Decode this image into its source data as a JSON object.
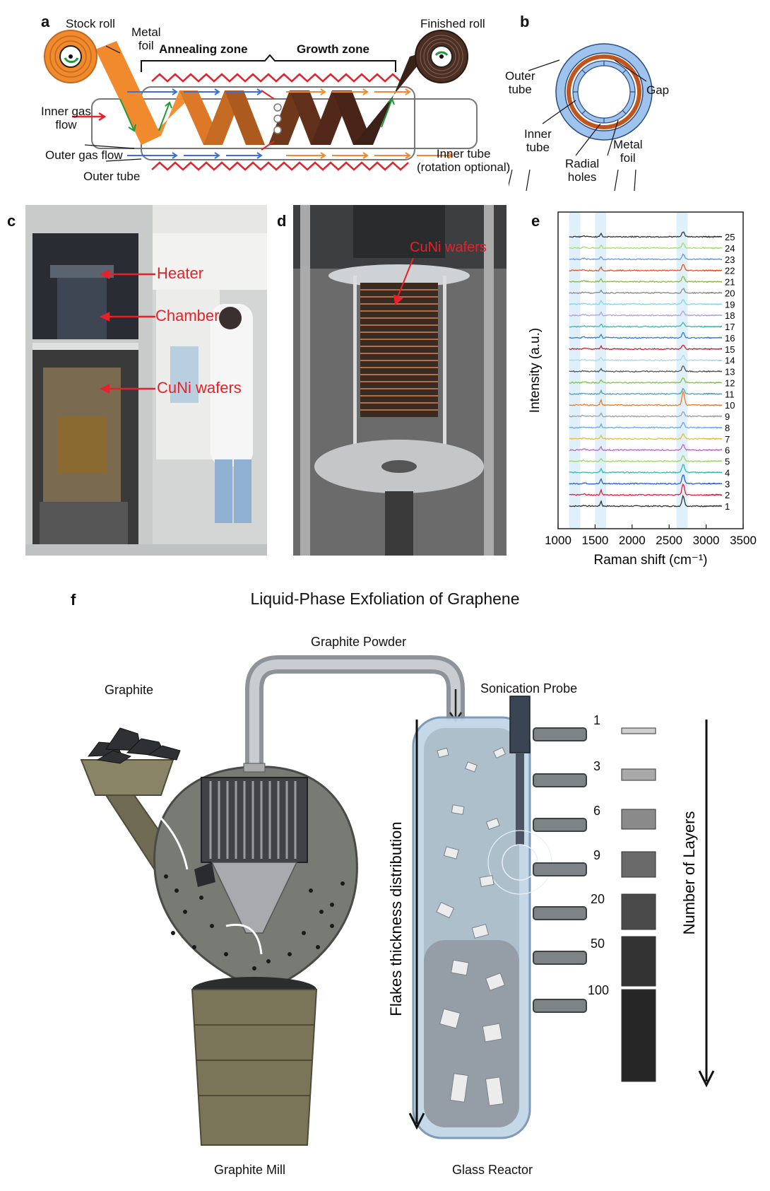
{
  "panels": {
    "a": {
      "label": "a",
      "stock_roll": "Stock roll",
      "metal_foil": "Metal\nfoil",
      "annealing_zone": "Annealing zone",
      "growth_zone": "Growth zone",
      "finished_roll": "Finished roll",
      "inner_gas_flow": "Inner gas\nflow",
      "outer_gas_flow": "Outer gas flow",
      "outer_tube": "Outer tube",
      "inner_tube": "Inner tube\n(rotation optional)",
      "colors": {
        "foil_light": "#f08a2c",
        "foil_dark": "#3a2218",
        "arrow_blue": "#3b6fd8",
        "arrow_orange": "#f08a2c",
        "zigzag_red": "#e8202a",
        "arrow_green": "#1f9a3a"
      }
    },
    "b": {
      "label": "b",
      "outer_tube": "Outer\ntube",
      "gap": "Gap",
      "inner_tube": "Inner\ntube",
      "metal_foil": "Metal\nfoil",
      "radial_holes": "Radial\nholes",
      "colors": {
        "tube_blue": "#9ec3ec",
        "foil": "#c0561e"
      }
    },
    "c": {
      "label": "c",
      "annotations": [
        "Heater",
        "Chamber",
        "CuNi wafers"
      ]
    },
    "d": {
      "label": "d",
      "annotations": [
        "CuNi wafers"
      ]
    },
    "e": {
      "label": "e"
    },
    "f": {
      "label": "f",
      "title": "Liquid-Phase Exfoliation of Graphene",
      "graphite_powder": "Graphite Powder",
      "graphite": "Graphite",
      "sonication_probe": "Sonication Probe",
      "graphite_mill": "Graphite Mill",
      "glass_reactor": "Glass Reactor",
      "flakes_axis": "Flakes thickness distribution",
      "layers_axis": "Number of Layers",
      "outlets": [
        "1",
        "3",
        "6",
        "9",
        "20",
        "50",
        "100"
      ]
    }
  },
  "chart_data": {
    "type": "line",
    "title": "",
    "xlabel": "Raman  shift (cm⁻¹)",
    "ylabel": "Intensity (a.u.)",
    "xlim": [
      1000,
      3500
    ],
    "x_ticks": [
      "1000",
      "1500",
      "2000",
      "2500",
      "3000",
      "3500"
    ],
    "highlight_bands": [
      [
        1150,
        1300
      ],
      [
        1500,
        1650
      ],
      [
        2600,
        2750
      ]
    ],
    "peaks": {
      "G": 1580,
      "2D": 2690
    },
    "series": [
      {
        "name": "1",
        "color": "#333333",
        "g": 0.5,
        "d2": 1.2
      },
      {
        "name": "2",
        "color": "#e0203c",
        "g": 0.5,
        "d2": 1.3
      },
      {
        "name": "3",
        "color": "#2a5fd0",
        "g": 0.5,
        "d2": 1.1
      },
      {
        "name": "4",
        "color": "#37b8b0",
        "g": 0.4,
        "d2": 1.0
      },
      {
        "name": "5",
        "color": "#9fd46a",
        "g": 0.3,
        "d2": 0.6
      },
      {
        "name": "6",
        "color": "#b868c8",
        "g": 0.3,
        "d2": 0.6
      },
      {
        "name": "7",
        "color": "#e0c040",
        "g": 0.3,
        "d2": 0.6
      },
      {
        "name": "8",
        "color": "#6aa8e8",
        "g": 0.3,
        "d2": 0.6
      },
      {
        "name": "9",
        "color": "#9aa0a8",
        "g": 0.3,
        "d2": 0.5
      },
      {
        "name": "10",
        "color": "#f07a20",
        "g": 0.5,
        "d2": 1.6
      },
      {
        "name": "11",
        "color": "#4aa0c8",
        "g": 0.3,
        "d2": 0.6
      },
      {
        "name": "12",
        "color": "#7cc840",
        "g": 0.3,
        "d2": 0.6
      },
      {
        "name": "13",
        "color": "#555555",
        "g": 0.3,
        "d2": 0.7
      },
      {
        "name": "14",
        "color": "#a6d8f0",
        "g": 0.3,
        "d2": 0.6
      },
      {
        "name": "15",
        "color": "#d02030",
        "g": 0.3,
        "d2": 0.5
      },
      {
        "name": "16",
        "color": "#2a7fe0",
        "g": 0.3,
        "d2": 0.6
      },
      {
        "name": "17",
        "color": "#30c0a8",
        "g": 0.3,
        "d2": 0.5
      },
      {
        "name": "18",
        "color": "#b0a0d8",
        "g": 0.3,
        "d2": 0.5
      },
      {
        "name": "19",
        "color": "#80d8e8",
        "g": 0.3,
        "d2": 0.5
      },
      {
        "name": "20",
        "color": "#888888",
        "g": 0.3,
        "d2": 0.5
      },
      {
        "name": "21",
        "color": "#8db840",
        "g": 0.3,
        "d2": 0.6
      },
      {
        "name": "22",
        "color": "#e05a20",
        "g": 0.4,
        "d2": 0.7
      },
      {
        "name": "23",
        "color": "#6a98d8",
        "g": 0.3,
        "d2": 0.6
      },
      {
        "name": "24",
        "color": "#a8e060",
        "g": 0.3,
        "d2": 0.6
      },
      {
        "name": "25",
        "color": "#333333",
        "g": 0.4,
        "d2": 0.6
      }
    ]
  }
}
